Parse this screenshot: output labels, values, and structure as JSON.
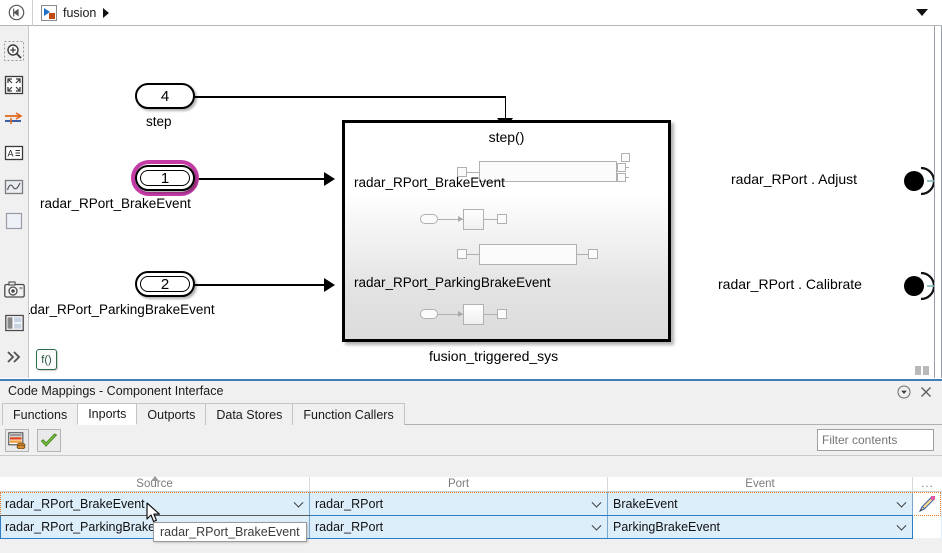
{
  "breadcrumb": {
    "back_icon": "back-circle-icon",
    "model_icon": "simulink-model-icon",
    "label": "fusion",
    "arrow_icon": "breadcrumb-arrow-icon",
    "dropdown_icon": "chevron-down-icon"
  },
  "left_toolbar": {
    "items": [
      {
        "name": "zoom-in-icon",
        "title": "Zoom"
      },
      {
        "name": "fit-to-view-icon",
        "title": "Fit to view"
      },
      {
        "name": "signal-routing-icon",
        "title": "Signal routing"
      },
      {
        "name": "annotation-icon",
        "title": "Annotation"
      },
      {
        "name": "scope-icon",
        "title": "Scope"
      },
      {
        "name": "area-icon",
        "title": "Area"
      },
      {
        "name": "camera-icon",
        "title": "Snapshot"
      },
      {
        "name": "layout-icon",
        "title": "Layout"
      },
      {
        "name": "more-chevrons-icon",
        "title": "More"
      }
    ]
  },
  "canvas": {
    "inports": [
      {
        "number": "4",
        "label": "step",
        "highlighted": false,
        "triggered": false
      },
      {
        "number": "1",
        "label": "radar_RPort_BrakeEvent",
        "highlighted": true,
        "triggered": true
      },
      {
        "number": "2",
        "label": "radar_RPort_ParkingBrakeEvent",
        "highlighted": false,
        "triggered": true
      }
    ],
    "subsystem": {
      "title": "step()",
      "caption": "fusion_triggered_sys",
      "port_labels": [
        "radar_RPort_BrakeEvent",
        "radar_RPort_ParkingBrakeEvent"
      ]
    },
    "interface_ports": [
      {
        "label": "radar_RPort . Adjust",
        "icon": "ball-and-socket-icon"
      },
      {
        "label": "radar_RPort . Calibrate",
        "icon": "ball-and-socket-icon"
      }
    ],
    "function_badge": "f()",
    "resize_grip": "resize-grip-icon"
  },
  "panel": {
    "title": "Code Mappings - Component Interface",
    "minimize_icon": "panel-dropdown-icon",
    "close_icon": "close-icon",
    "tabs": [
      {
        "label": "Functions",
        "active": false
      },
      {
        "label": "Inports",
        "active": true
      },
      {
        "label": "Outports",
        "active": false
      },
      {
        "label": "Data Stores",
        "active": false
      },
      {
        "label": "Function Callers",
        "active": false
      }
    ],
    "toolstrip": {
      "buttons": [
        {
          "name": "code-mappings-icon",
          "title": "Configure"
        },
        {
          "name": "validate-check-icon",
          "title": "Validate"
        }
      ],
      "filter_placeholder": "Filter contents",
      "filter_value": ""
    },
    "table": {
      "columns": [
        "Source",
        "Port",
        "Event",
        "..."
      ],
      "sorted_column": "Source",
      "rows": [
        {
          "source": "radar_RPort_BrakeEvent",
          "port": "radar_RPort",
          "event": "BrakeEvent",
          "edit_icon": "pencil-edit-icon"
        },
        {
          "source": "radar_RPort_ParkingBrakeEvent",
          "port": "radar_RPort",
          "event": "ParkingBrakeEvent",
          "edit_icon": ""
        }
      ]
    },
    "tooltip": "radar_RPort_BrakeEvent"
  },
  "colors": {
    "accent_blue": "#3f7fb5",
    "selection_blue": "#ddeefb",
    "highlight_magenta": "#c43ba5",
    "focus_orange": "#e07a28",
    "panel_bg": "#f0f0f0"
  }
}
